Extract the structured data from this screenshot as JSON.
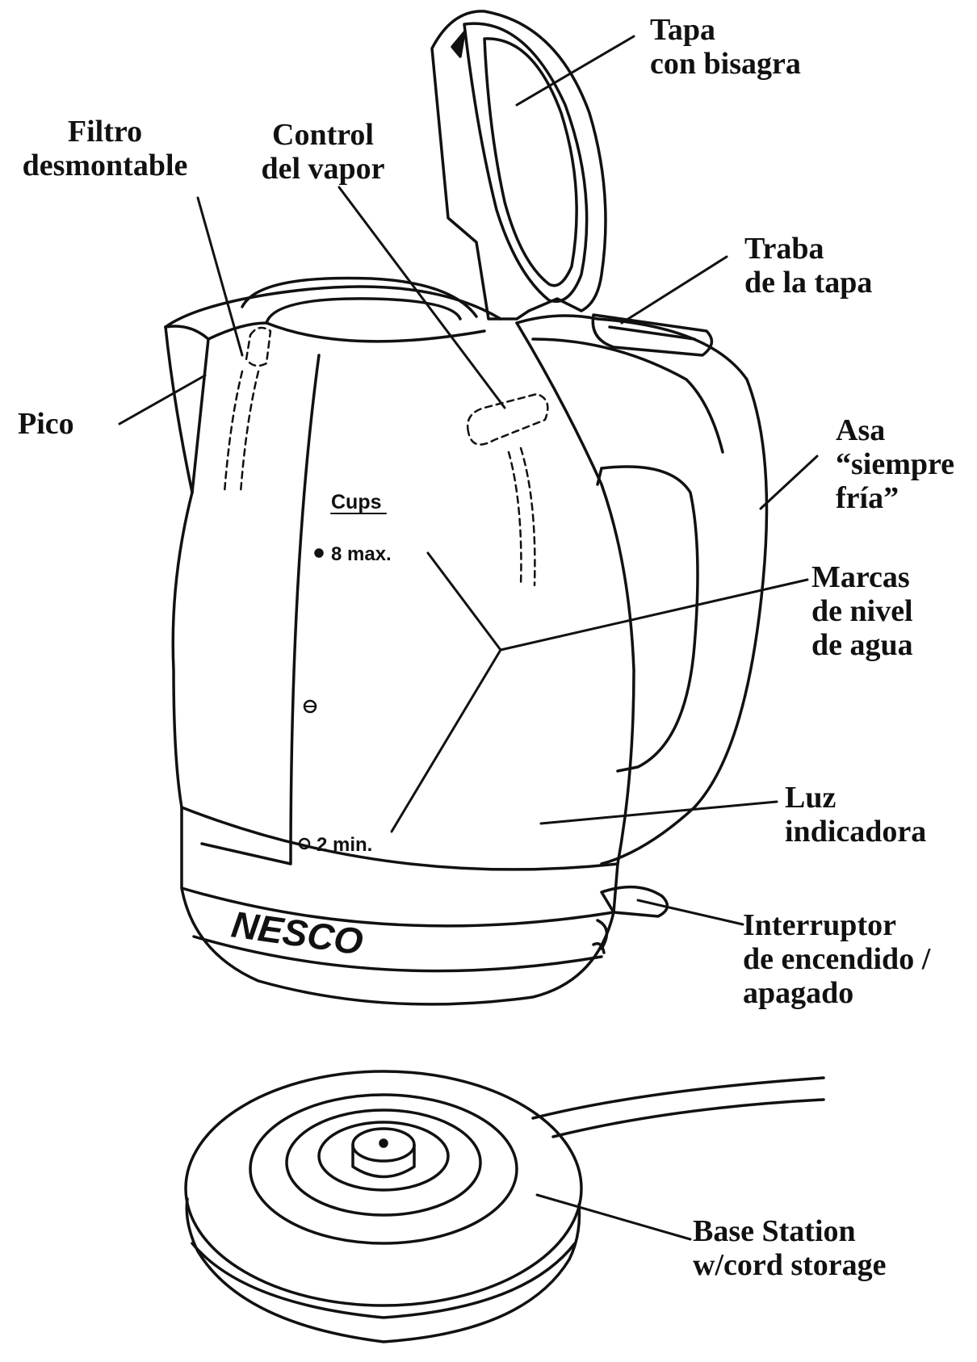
{
  "labels": {
    "tapa": [
      "Tapa",
      "con bisagra"
    ],
    "filtro": [
      "Filtro",
      "desmontable"
    ],
    "control": [
      "Control",
      "del vapor"
    ],
    "traba": [
      "Traba",
      "de la tapa"
    ],
    "pico": [
      "Pico"
    ],
    "asa": [
      "Asa",
      "“siempre",
      "fría”"
    ],
    "marcas": [
      "Marcas",
      "de nivel",
      "de agua"
    ],
    "luz": [
      "Luz",
      "indicadora"
    ],
    "interruptor": [
      "Interruptor",
      "de encendido /",
      "apagado"
    ],
    "base": [
      "Base Station",
      "w/cord storage"
    ]
  },
  "kettle": {
    "cups_heading": "Cups",
    "max_mark": "8 max.",
    "min_mark": "2 min.",
    "brand": "NESCO"
  },
  "colors": {
    "ink": "#111111",
    "background": "#ffffff"
  }
}
